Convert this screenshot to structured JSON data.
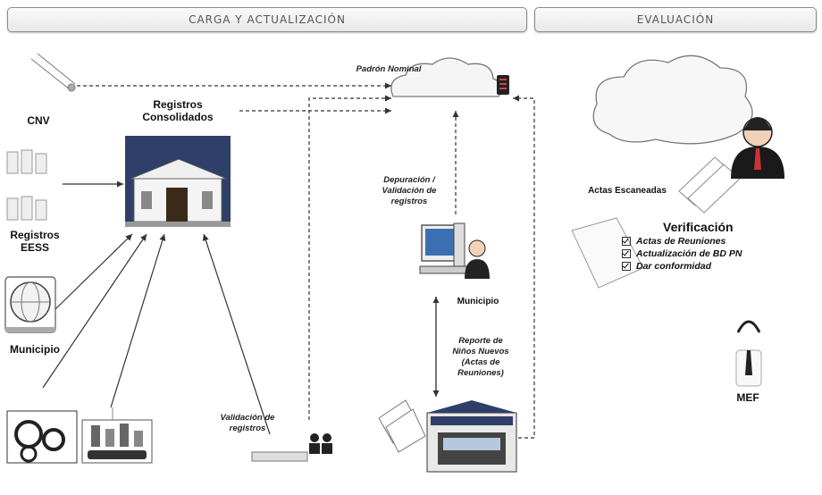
{
  "headers": {
    "carga": "CARGA Y ACTUALIZACIÓN",
    "evaluacion": "EVALUACIÓN"
  },
  "labels": {
    "padron": "Padrón Nominal",
    "cnv": "CNV",
    "registros_consolidados_1": "Registros",
    "registros_consolidados_2": "Consolidados",
    "registros_eess_1": "Registros",
    "registros_eess_2": "EESS",
    "municipio_left": "Municipio",
    "depuracion_1": "Depuración /",
    "depuracion_2": "Validación de",
    "depuracion_3": "registros",
    "municipio_center": "Municipio",
    "reporte_1": "Reporte de",
    "reporte_2": "Niños Nuevos",
    "reporte_3": "(Actas de",
    "reporte_4": "Reuniones)",
    "validacion_1": "Validación de",
    "validacion_2": "registros",
    "actas_escaneadas": "Actas Escaneadas",
    "mef": "MEF",
    "verificacion": "Verificación"
  },
  "checklist": [
    "Actas de Reuniones",
    "Actualización de BD PN",
    "Dar conformidad"
  ],
  "colors": {
    "arrow": "#333333",
    "building": "#3a5a8c",
    "suit": "#222222"
  }
}
